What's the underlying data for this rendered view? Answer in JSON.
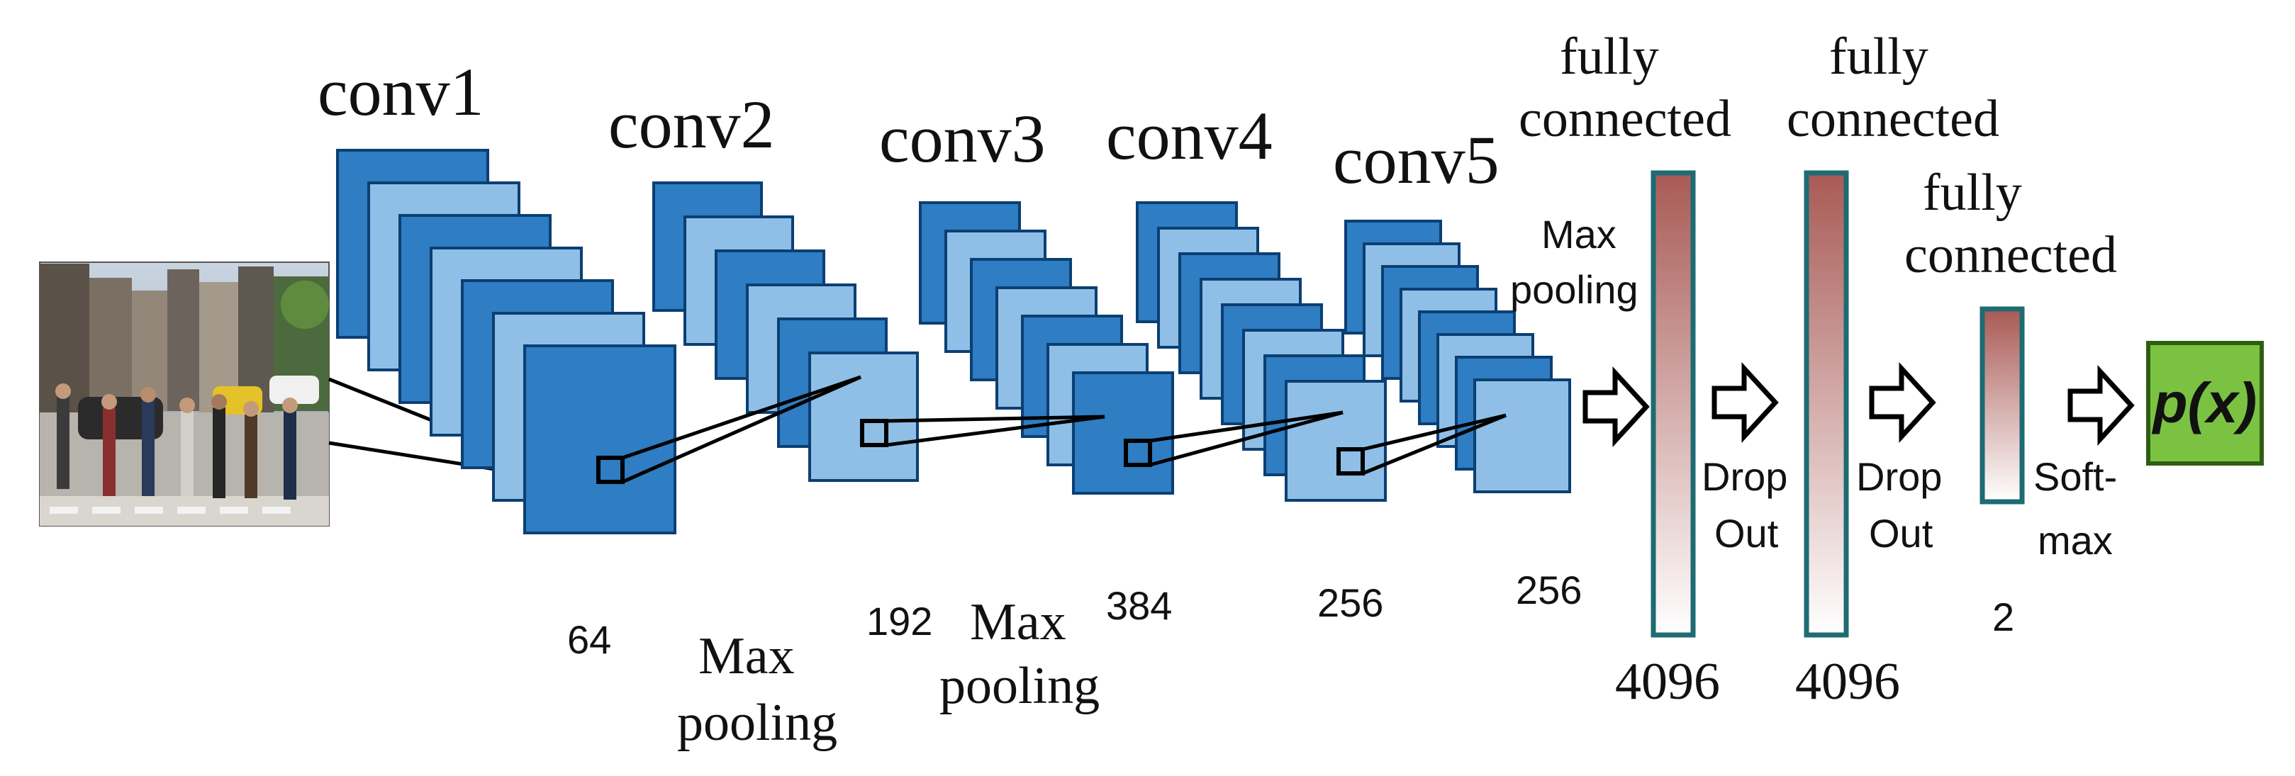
{
  "colors": {
    "map_dark": "#2f7dc2",
    "map_light": "#8fbfe6",
    "map_stroke": "#0b3f73",
    "fc_top": "#a85a55",
    "fc_bottom": "#ffffff",
    "fc_stroke": "#1d6b73",
    "output_fill": "#7cc242",
    "output_stroke": "#2d5e12"
  },
  "input_image": {
    "icon": "street-photo-icon"
  },
  "conv_layers": [
    {
      "title": "conv1",
      "size": "64"
    },
    {
      "title": "conv2",
      "size": "192"
    },
    {
      "title": "conv3",
      "size": "384"
    },
    {
      "title": "conv4",
      "size": "256"
    },
    {
      "title": "conv5",
      "size": "256"
    }
  ],
  "pool_labels": {
    "after_conv2": [
      "Max",
      "pooling"
    ],
    "after_conv3": [
      "Max",
      "pooling"
    ],
    "after_conv5": [
      "Max",
      "pooling"
    ]
  },
  "fc_layers": [
    {
      "title": [
        "fully",
        "connected"
      ],
      "size": "4096"
    },
    {
      "title": [
        "fully",
        "connected"
      ],
      "size": "4096"
    },
    {
      "title": [
        "fully",
        "connected"
      ],
      "size": "2"
    }
  ],
  "dropout_labels": [
    [
      "Drop",
      "Out"
    ],
    [
      "Drop",
      "Out"
    ]
  ],
  "softmax_label": [
    "Soft-",
    "max"
  ],
  "output": {
    "label": "p(x)"
  }
}
